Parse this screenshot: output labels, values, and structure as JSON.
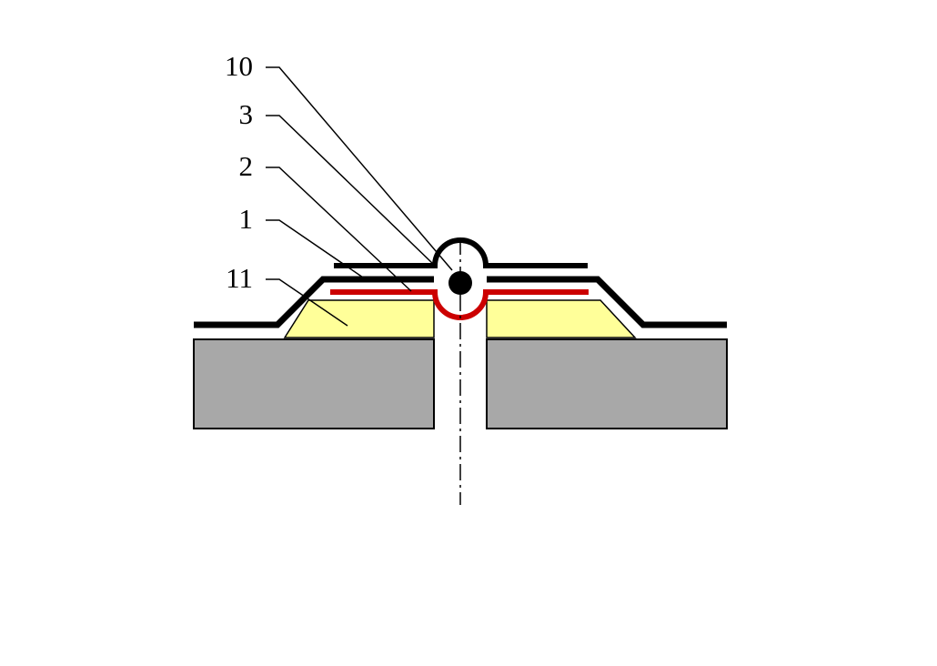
{
  "labels": {
    "l10": "10",
    "l3": "3",
    "l2": "2",
    "l1": "1",
    "l11": "11"
  },
  "colors": {
    "background": "#ffffff",
    "outline": "#000000",
    "base": "#a8a8a8",
    "insert": "#ffff99",
    "redLayer": "#cc0000",
    "blackLayer": "#000000"
  }
}
